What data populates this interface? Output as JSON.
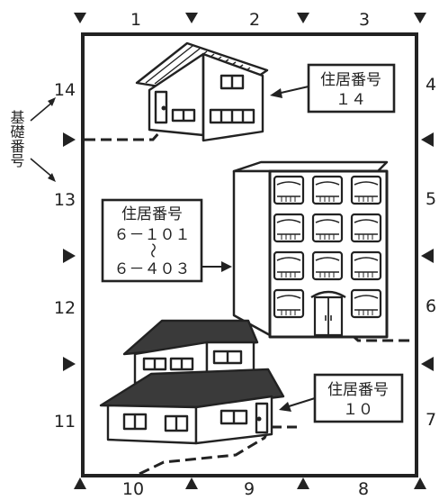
{
  "block_numbers": {
    "top": [
      "1",
      "2",
      "3"
    ],
    "right": [
      "4",
      "5",
      "6",
      "7"
    ],
    "bottom": [
      "10",
      "9",
      "8"
    ],
    "left": [
      "14",
      "13",
      "12",
      "11"
    ]
  },
  "side_label": "基礎番号",
  "callouts": {
    "house_top": {
      "title": "住居番号",
      "number": "１４"
    },
    "apartment": {
      "title": "住居番号",
      "range_start": "６－１０１",
      "range_sep": "～",
      "range_end": "６－４０３"
    },
    "house_bottom": {
      "title": "住居番号",
      "number": "１０"
    }
  },
  "colors": {
    "line": "#222222",
    "roof_dark": "#3a3a3a",
    "background": "#ffffff"
  }
}
